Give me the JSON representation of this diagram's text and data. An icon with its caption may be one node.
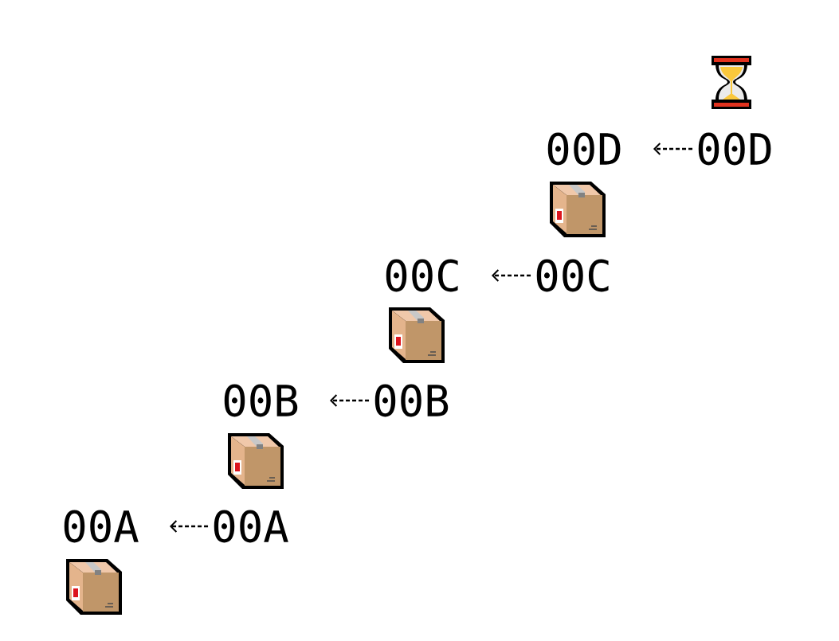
{
  "diagram": {
    "nodes": [
      {
        "text": [
          "00D"
        ]
      },
      {
        "text": [
          "00D"
        ]
      },
      {
        "text": [
          "00C"
        ]
      },
      {
        "text": [
          "00C"
        ]
      },
      {
        "text": [
          "00B"
        ]
      },
      {
        "text": [
          "00B"
        ]
      },
      {
        "text": [
          "00A"
        ]
      },
      {
        "text": [
          "00A"
        ]
      }
    ],
    "edges": [
      {
        "from": 1,
        "to": 0,
        "arrow": "to",
        "style": "dashed"
      },
      {
        "from": 3,
        "to": 2,
        "arrow": "to",
        "style": "dashed"
      },
      {
        "from": 5,
        "to": 4,
        "arrow": "to",
        "style": "dashed"
      },
      {
        "from": 7,
        "to": 6,
        "arrow": "to",
        "style": "dashed"
      }
    ]
  }
}
